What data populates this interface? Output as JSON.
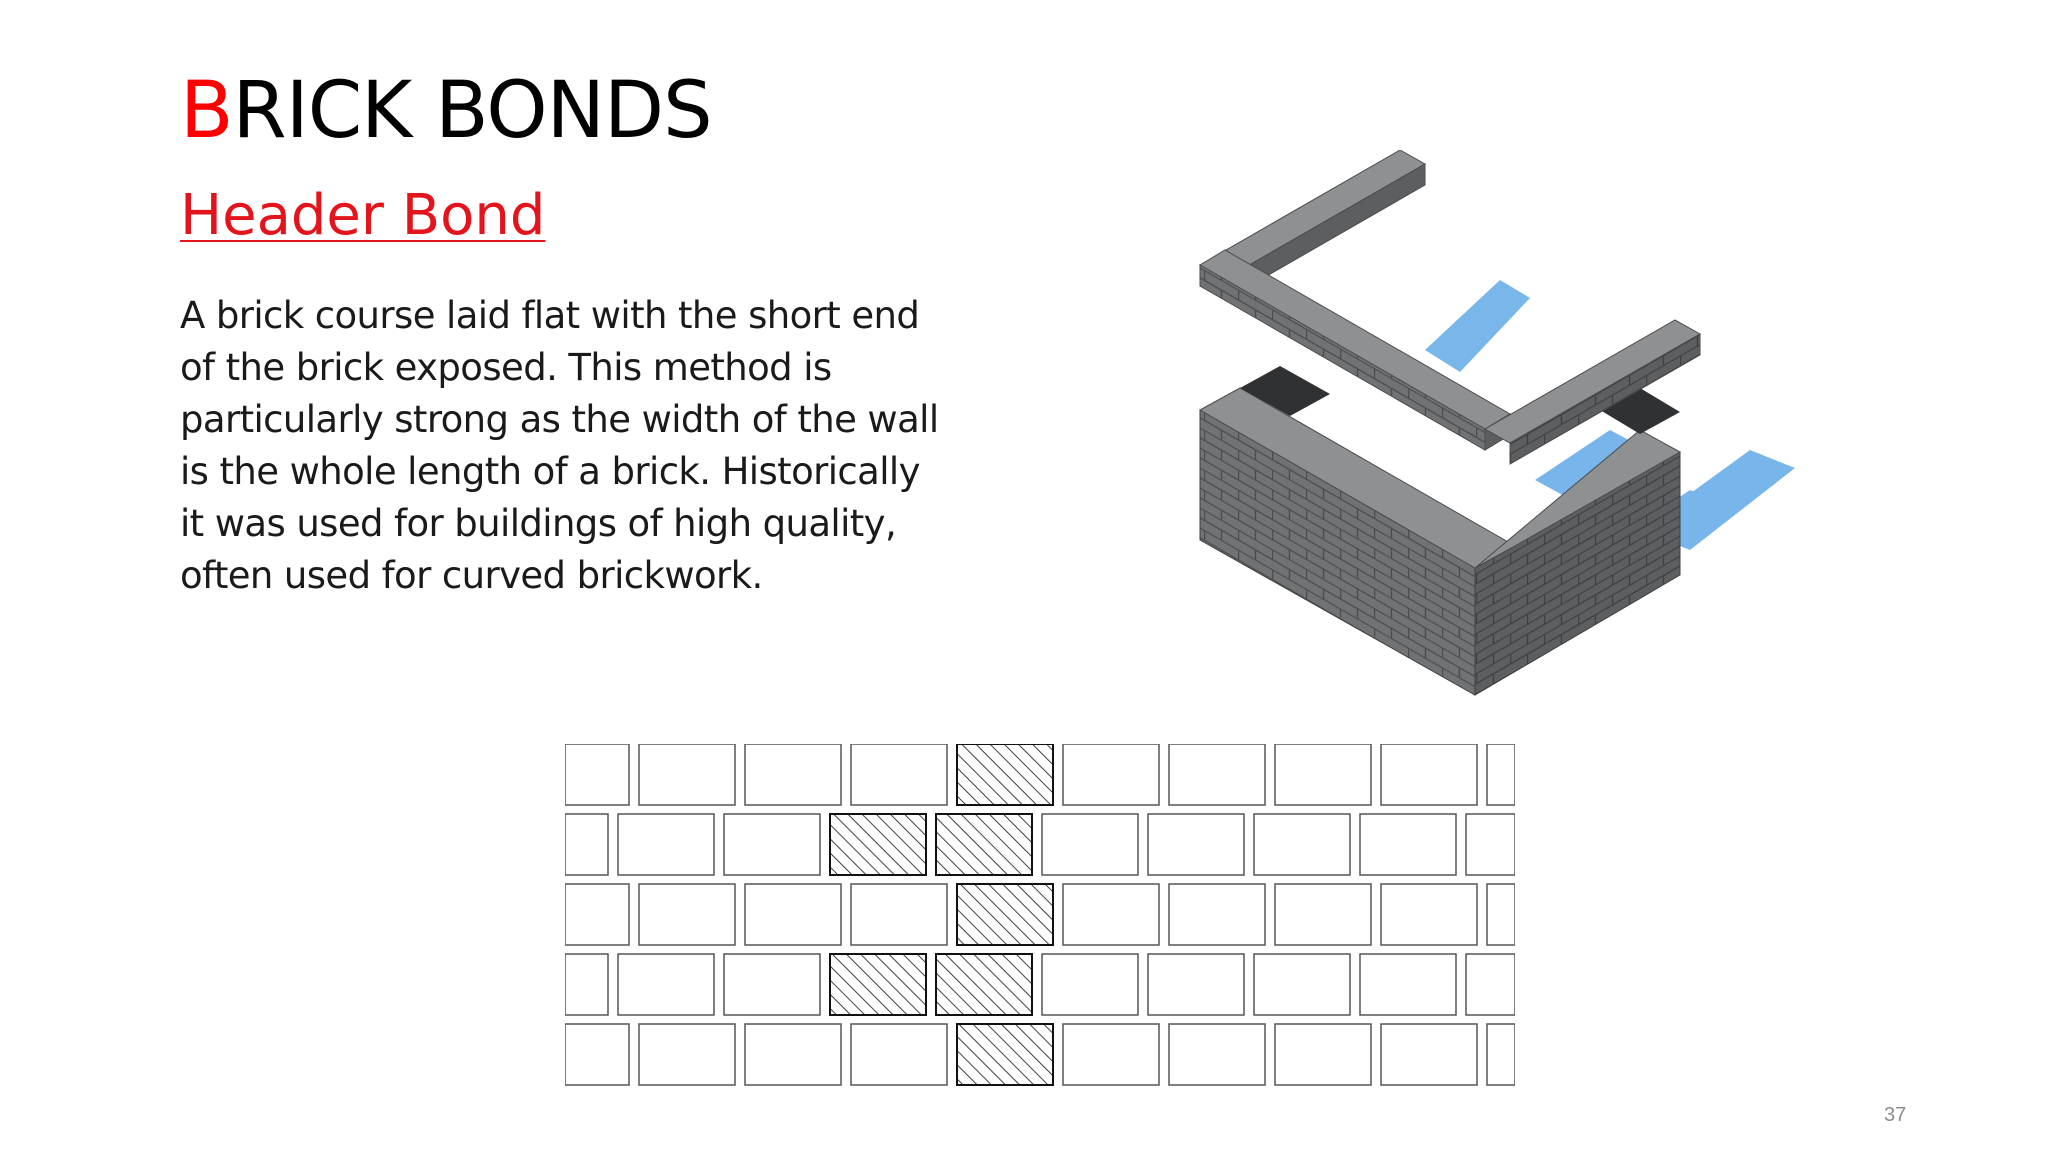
{
  "slide": {
    "title_first_letter": "B",
    "title_rest": "RICK BONDS",
    "subtitle": "Header Bond",
    "body": "A brick course laid flat with the short end of the brick exposed. This method is particularly strong as the width of the wall is the whole length of a brick. Historically it was used for buildings of high quality, often used for curved brickwork.",
    "page_number": "37"
  },
  "colors": {
    "title_accent": "#ff0000",
    "subtitle": "#e3141b",
    "brick_top": "#8a8c8e",
    "brick_left": "#6e7072",
    "brick_right": "#5a5c5e",
    "shadow": "#6aaee8"
  }
}
